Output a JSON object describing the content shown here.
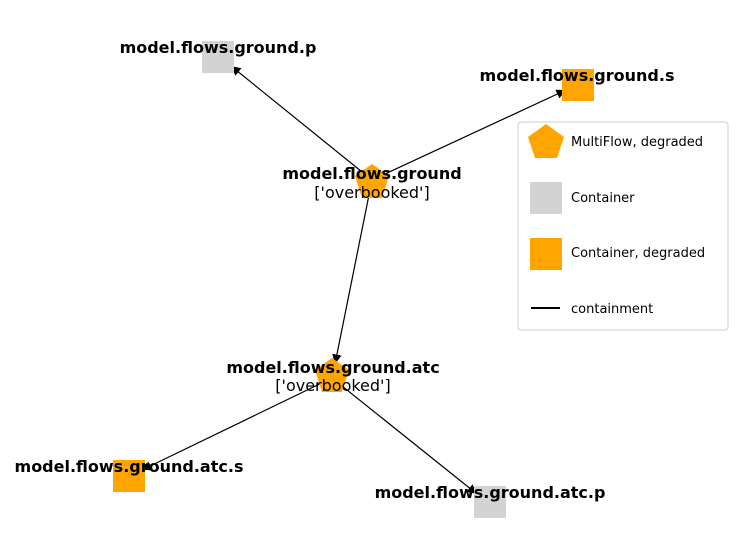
{
  "colors": {
    "degraded": "#ffa500",
    "container": "#d3d3d3",
    "edge": "#000000",
    "legend_border": "#cccccc"
  },
  "nodes": {
    "ground": {
      "name": "model.flows.ground",
      "status": "['overbooked']",
      "kind": "multiflow-degraded"
    },
    "ground_p": {
      "name": "model.flows.ground.p",
      "kind": "container"
    },
    "ground_s": {
      "name": "model.flows.ground.s",
      "kind": "container-degraded"
    },
    "ground_atc": {
      "name": "model.flows.ground.atc",
      "status": "['overbooked']",
      "kind": "multiflow-degraded"
    },
    "ground_atc_s": {
      "name": "model.flows.ground.atc.s",
      "kind": "container-degraded"
    },
    "ground_atc_p": {
      "name": "model.flows.ground.atc.p",
      "kind": "container"
    }
  },
  "edges": [
    {
      "from": "ground",
      "to": "ground_p",
      "type": "containment"
    },
    {
      "from": "ground",
      "to": "ground_s",
      "type": "containment"
    },
    {
      "from": "ground",
      "to": "ground_atc",
      "type": "containment"
    },
    {
      "from": "ground_atc",
      "to": "ground_atc_s",
      "type": "containment"
    },
    {
      "from": "ground_atc",
      "to": "ground_atc_p",
      "type": "containment"
    }
  ],
  "legend": {
    "items": [
      {
        "label": "MultiFlow, degraded",
        "symbol": "pentagon",
        "color": "#ffa500"
      },
      {
        "label": "Container",
        "symbol": "square",
        "color": "#d3d3d3"
      },
      {
        "label": "Container, degraded",
        "symbol": "square",
        "color": "#ffa500"
      },
      {
        "label": "containment",
        "symbol": "line",
        "color": "#000000"
      }
    ]
  }
}
